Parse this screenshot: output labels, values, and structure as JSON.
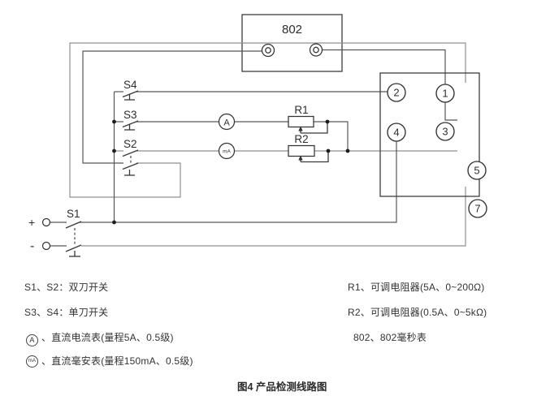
{
  "diagram": {
    "box802": {
      "label": "802"
    },
    "terminals": {
      "t1": "1",
      "t2": "2",
      "t3": "3",
      "t4": "4",
      "t5": "5",
      "t7": "7"
    },
    "switches": {
      "s1": "S1",
      "s2": "S2",
      "s3": "S3",
      "s4": "S4"
    },
    "resistors": {
      "r1": "R1",
      "r2": "R2"
    },
    "meters": {
      "ammeter": "A",
      "milliammeter": "mA"
    },
    "polarity": {
      "plus": "+",
      "minus": "-"
    }
  },
  "legend": {
    "left": [
      {
        "text": "S1、S2：双刀开关"
      },
      {
        "text": "S3、S4：单刀开关"
      },
      {
        "symbol": "A",
        "text": "、直流电流表(量程5A、0.5级)"
      },
      {
        "symbol": "mA",
        "text": "、直流毫安表(量程150mA、0.5级)"
      }
    ],
    "right": [
      {
        "text": "R1、可调电阻器(5A、0~200Ω)"
      },
      {
        "text": "R2、可调电阻器(0.5A、0~5kΩ)"
      },
      {
        "text": "802、802毫秒表"
      }
    ]
  },
  "caption": "图4  产品检测线路图"
}
